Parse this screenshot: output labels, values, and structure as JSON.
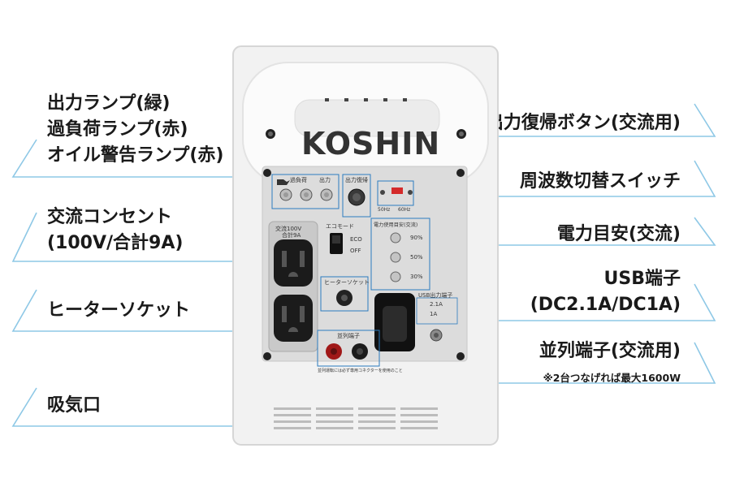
{
  "callouts": {
    "output_lamp": "出力ランプ(緑)",
    "overload_lamp": "過負荷ランプ(赤)",
    "oil_warning_lamp": "オイル警告ランプ(赤)",
    "ac_outlet_line1": "交流コンセント",
    "ac_outlet_line2": "(100V/合計9A)",
    "heater_socket": "ヒーターソケット",
    "air_intake": "吸気口",
    "reset_button": "出力復帰ボタン(交流用)",
    "freq_switch": "周波数切替スイッチ",
    "power_meter": "電力目安(交流)",
    "usb_line1": "USB端子",
    "usb_line2": "(DC2.1A/DC1A)",
    "parallel": "並列端子(交流用)",
    "parallel_note": "※2台つなげれば最大1600W"
  },
  "panel": {
    "brand": "KOSHIN",
    "lamp_overload": "過負荷",
    "lamp_output": "出力",
    "reset_label": "出力復帰",
    "hz50": "50Hz",
    "hz60": "60Hz",
    "eco_title": "エコモード",
    "eco_on": "ECO",
    "eco_off": "OFF",
    "outlet_title1": "交流100V",
    "outlet_title2": "合計9A",
    "meter_title": "電力使用目安(交流)",
    "meter_90": "90%",
    "meter_50": "50%",
    "meter_30": "30%",
    "heater_title": "ヒーターソケット",
    "usb_title": "USB出力端子",
    "usb_21": "2.1A",
    "usb_1": "1A",
    "parallel_title": "並列端子",
    "parallel_warning": "並列運転には必ず専用コネクターを使用のこと"
  },
  "colors": {
    "callout_line": "#8ec8e6",
    "text": "#1a1a1a",
    "body": "#f4f4f4",
    "panel": "#d9d9d9"
  }
}
